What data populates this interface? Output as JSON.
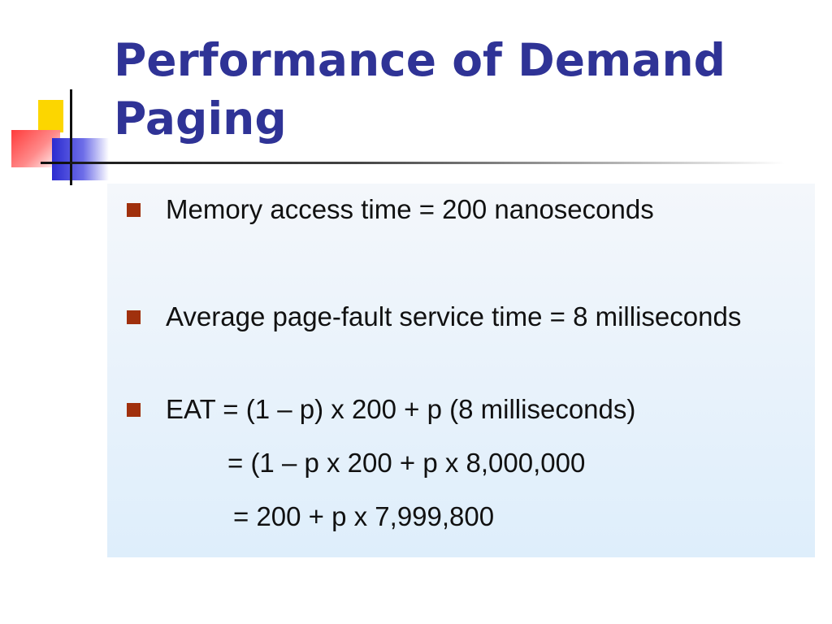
{
  "slide": {
    "title_line1": "Performance of Demand",
    "title_line2": "Paging",
    "bullets": [
      {
        "text": "Memory access time = 200 nanoseconds"
      },
      {
        "text": "Average page-fault service time = 8 milliseconds"
      },
      {
        "text": "EAT = (1 – p) x 200 + p (8 milliseconds)"
      }
    ],
    "continuation": [
      "= (1 – p  x 200 + p x 8,000,000",
      "= 200 + p x 7,999,800"
    ]
  },
  "colors": {
    "title": "#2f3396",
    "bullet": "#a0300d",
    "content_bg_top": "#f4f7fb",
    "content_bg_bottom": "#deeefb"
  }
}
